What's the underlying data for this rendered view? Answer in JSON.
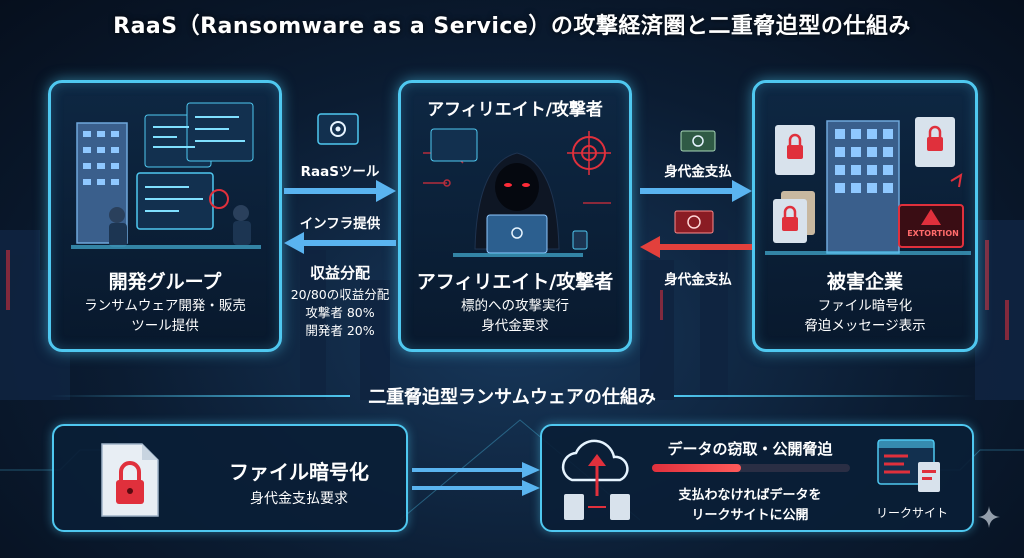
{
  "title": "RaaS（Ransomware as a Service）の攻撃経済圏と二重脅迫型の仕組み",
  "developer": {
    "heading": "開発グループ",
    "line1": "ランサムウェア開発・販売",
    "line2": "ツール提供"
  },
  "affiliate": {
    "top_label": "アフィリエイト/攻撃者",
    "heading": "アフィリエイト/攻撃者",
    "line1": "標的への攻撃実行",
    "line2": "身代金要求"
  },
  "victim": {
    "heading": "被害企業",
    "line1": "ファイル暗号化",
    "line2": "脅迫メッセージ表示",
    "sign": "EXTORTION"
  },
  "flows": {
    "raas_tool": "RaaSツール",
    "infra": "インフラ提供",
    "revenue_title": "収益分配",
    "revenue_split": "20/80の収益分配",
    "revenue_attacker": "攻撃者 80%",
    "revenue_developer": "開発者 20%",
    "ransom_pay_top": "身代金支払",
    "ransom_pay_bottom": "身代金支払"
  },
  "banner": "二重脅迫型ランサムウェアの仕組み",
  "encryption": {
    "heading": "ファイル暗号化",
    "sub": "身代金支払要求"
  },
  "leak": {
    "heading": "データの窃取・公開脅迫",
    "line1": "支払わなければデータを",
    "line2": "リークサイトに公開",
    "site_label": "リークサイト"
  },
  "colors": {
    "accent": "#4fc8f0",
    "threat": "#e0303c",
    "flow_blue": "#5ab4f0",
    "flow_red": "#e2403c"
  }
}
